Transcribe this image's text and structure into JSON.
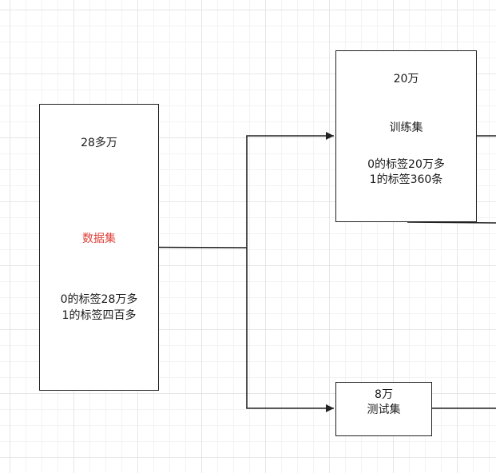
{
  "dataset": {
    "count": "28多万",
    "title": "数据集",
    "label0": "0的标签28万多",
    "label1": "1的标签四百多",
    "title_color": "#e0403a"
  },
  "train": {
    "count": "20万",
    "title": "训练集",
    "label0": "0的标签20万多",
    "label1": "1的标签360条"
  },
  "test": {
    "count": "8万",
    "title": "测试集"
  }
}
